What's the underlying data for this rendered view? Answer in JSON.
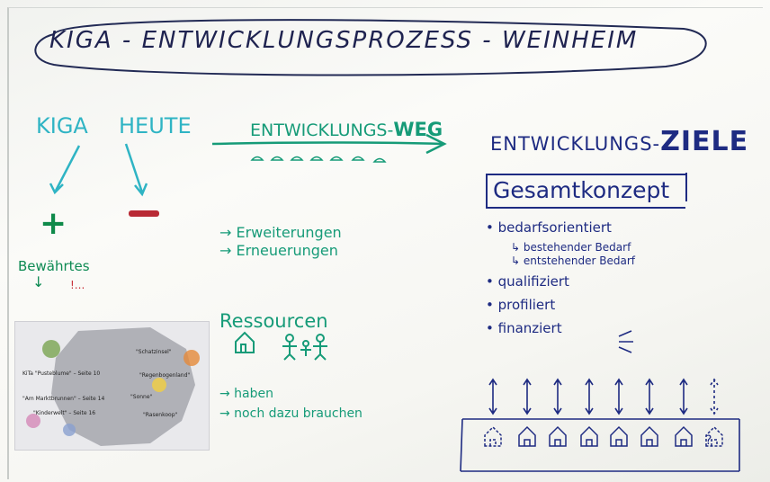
{
  "title": "KIGA - ENTWICKLUNGSPROZESS - WEINHEIM",
  "left": {
    "kiga": "KIGA",
    "heute": "HEUTE",
    "plus": "+",
    "bewaehrtes": "Bewährtes",
    "bewaehrtes_arrow": "↓",
    "dots": "!...",
    "map": {
      "labels": [
        "KiTa \"Pusteblume\" – Seite 10",
        "\"Schatzinsel\"",
        "\"Regenbogenland\"",
        "\"Am Marktbrunnen\" – Seite 14",
        "\"Sonne\"",
        "\"Kinderwelt\" – Seite 16",
        "\"Rasenkoop\""
      ]
    }
  },
  "middle": {
    "weg_prefix": "ENTWICKLUNGS-",
    "weg_bold": "WEG",
    "items": [
      "→ Erweiterungen",
      "→ Erneuerungen"
    ],
    "ressourcen": "Ressourcen",
    "resource_items": [
      "→ haben",
      "→ noch dazu brauchen"
    ]
  },
  "right": {
    "ziele_prefix": "ENTWICKLUNGS-",
    "ziele_bold": "ZIELE",
    "gesamt": "Gesamtkonzept",
    "bedarf": "• bedarfsorientiert",
    "bedarf_sub": [
      "↳ bestehender Bedarf",
      "↳ entstehender Bedarf"
    ],
    "points": [
      "• qualifiziert",
      "• profiliert",
      "• finanziert"
    ],
    "house_question": "?"
  },
  "colors": {
    "teal": "#2fb4c4",
    "green": "#169b78",
    "navy": "#1e2b82",
    "red": "#c8323a"
  }
}
